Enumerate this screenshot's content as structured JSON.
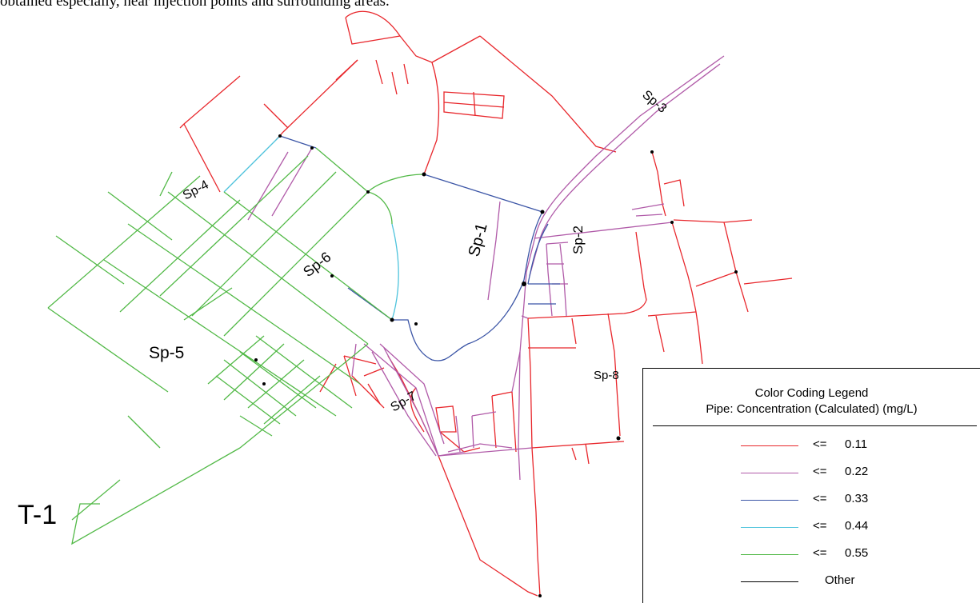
{
  "caption": "obtained especially, near injection points and surrounding areas.",
  "labels": {
    "sp1": "Sp-1",
    "sp2": "Sp-2",
    "sp3": "Sp-3",
    "sp4": "Sp-4",
    "sp5": "Sp-5",
    "sp6": "Sp-6",
    "sp7": "Sp-7",
    "sp8": "Sp-8",
    "t1": "T-1"
  },
  "legend": {
    "title": "Color Coding Legend",
    "subtitle": "Pipe: Concentration (Calculated) (mg/L)",
    "items": [
      {
        "op": "<=",
        "value": "0.11",
        "color": "#e8262b"
      },
      {
        "op": "<=",
        "value": "0.22",
        "color": "#b05aa8"
      },
      {
        "op": "<=",
        "value": "0.33",
        "color": "#3b55a6"
      },
      {
        "op": "<=",
        "value": "0.44",
        "color": "#4dc3dc"
      },
      {
        "op": "<=",
        "value": "0.55",
        "color": "#52b947"
      },
      {
        "op": "",
        "value": "Other",
        "color": "#000000"
      }
    ]
  }
}
